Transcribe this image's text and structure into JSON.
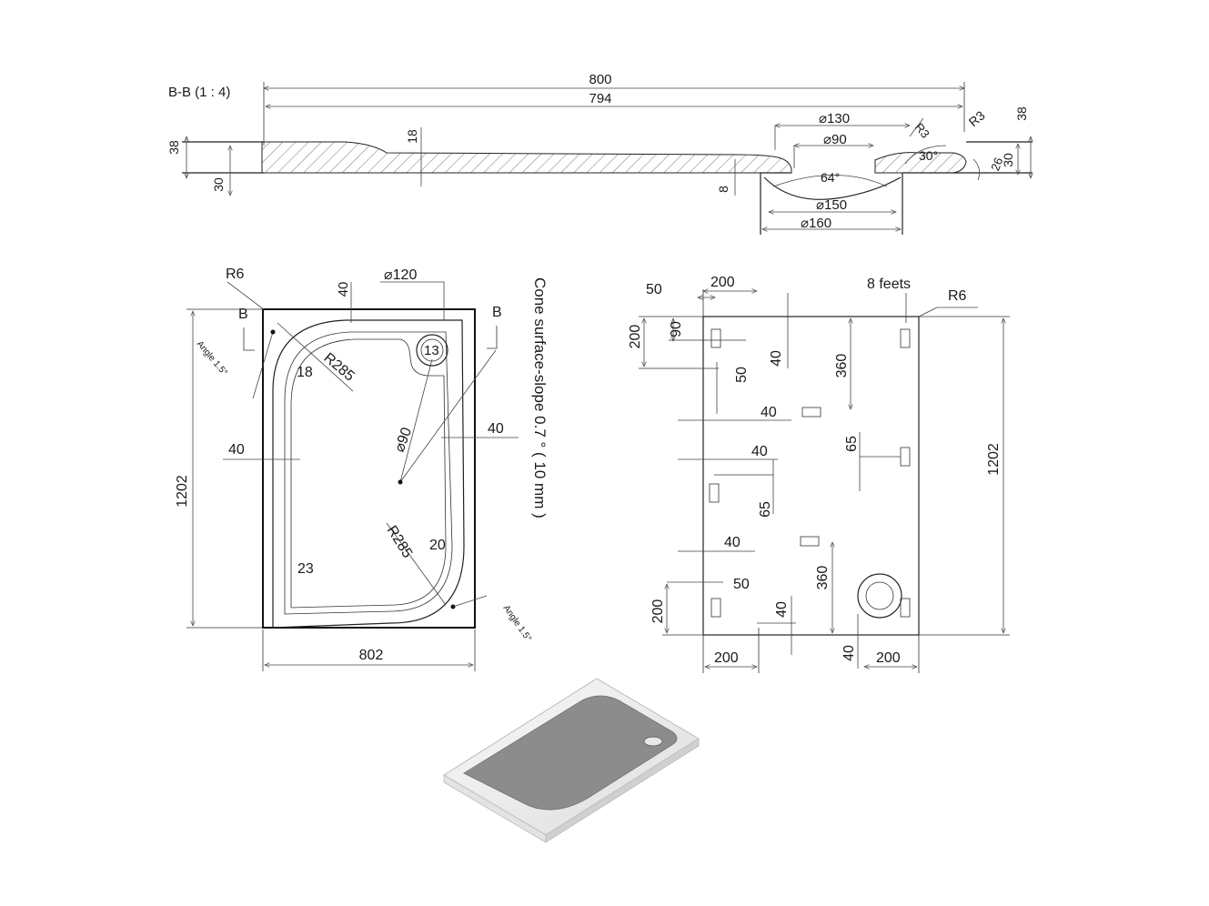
{
  "section_view": {
    "title": "B-B (1 : 4)",
    "dims": {
      "overall_length": "800",
      "inner_length": "794",
      "thickness_top": "38",
      "thickness_left": "30",
      "wall_18": "18",
      "rim_8": "8",
      "drain_130": "130",
      "drain_90": "90",
      "angle_64": "64°",
      "drain_150": "150",
      "drain_160": "160",
      "radius_r3": "R3",
      "radius_r3b": "R3",
      "angle_30": "30°",
      "depth_26": "26",
      "right_30": "30",
      "right_38": "38"
    }
  },
  "top_view": {
    "labels": {
      "r6": "R6",
      "b_left": "B",
      "b_right": "B",
      "dim_40_top": "40",
      "drain_dia_120": "120",
      "drain_13": "13",
      "r285_top": "R285",
      "wall_18": "18",
      "drain_dia_90": "90",
      "dim_40_right": "40",
      "dim_40_left": "40",
      "height_1202": "1202",
      "r285_bottom": "R285",
      "wall_20": "20",
      "wall_23": "23",
      "width_802": "802",
      "angle_left": "Angle 1.5°",
      "angle_right": "Angle 1.5°",
      "cone_note": "Cone surface-slope 0.7 ° ( 10 mm )"
    }
  },
  "bottom_view": {
    "labels": {
      "d50_top": "50",
      "d200_top": "200",
      "feet_note": "8 feets",
      "r6": "R6",
      "d200_left": "200",
      "d90": "90",
      "d40_a": "40",
      "d50_a": "50",
      "d360_top": "360",
      "d40_b": "40",
      "d65_right": "65",
      "d40_c": "40",
      "d65_left": "65",
      "height_1202": "1202",
      "d40_d": "40",
      "d50_b": "50",
      "d360_bottom": "360",
      "d200_left_bottom": "200",
      "d40_e": "40",
      "d200_bottom_left": "200",
      "d40_bottom": "40",
      "d200_bottom_right": "200"
    }
  },
  "colors": {
    "line": "#111111",
    "tray_surface": "#8c8c8c",
    "tray_body": "#f4f4f4"
  }
}
